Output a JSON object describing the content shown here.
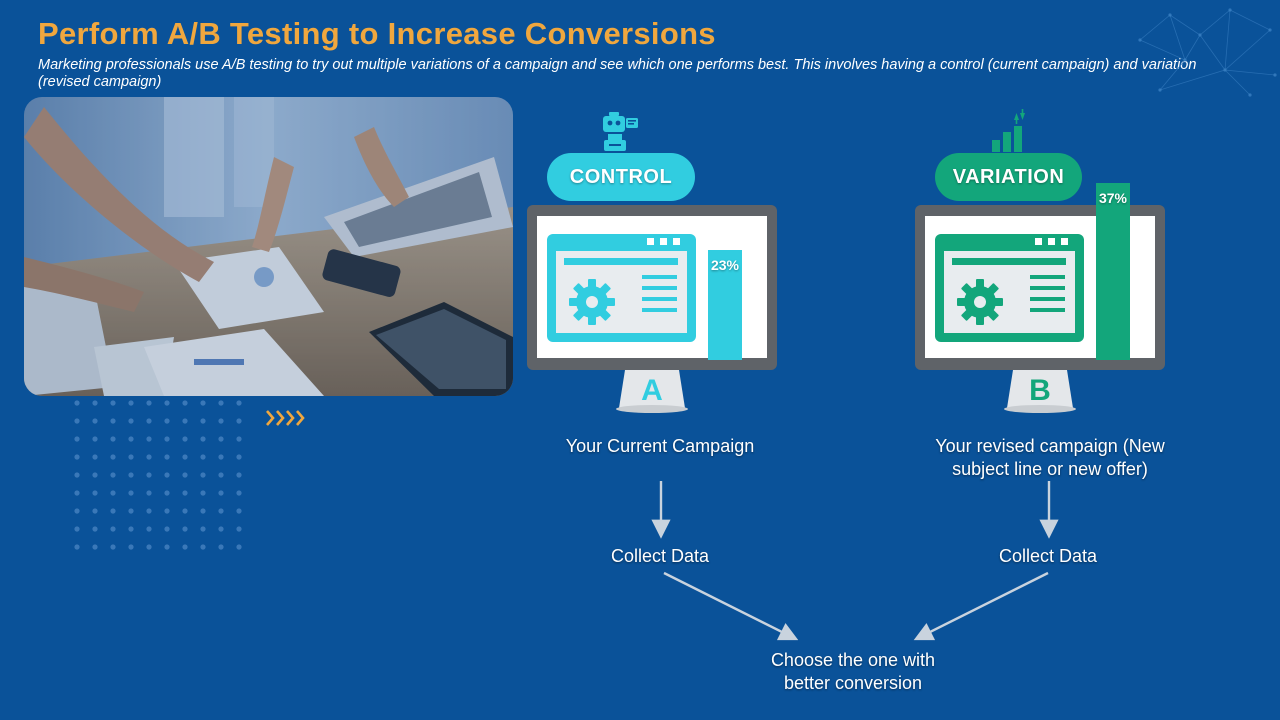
{
  "slide": {
    "title": "Perform A/B Testing to Increase Conversions",
    "subtitle": "Marketing professionals use A/B testing to try out multiple variations of a campaign and see which  one performs best. This involves having a control (current campaign) and variation (revised campaign)"
  },
  "control": {
    "pill_label": "CONTROL",
    "monitor_letter": "A",
    "percent_label": "23%",
    "percent_value": 23,
    "caption": "Your Current Campaign",
    "collect_label": "Collect Data",
    "accent": "#31cde0",
    "top_icon": "robot-icon"
  },
  "variation": {
    "pill_label": "VARIATION",
    "monitor_letter": "B",
    "percent_label": "37%",
    "percent_value": 37,
    "caption_line1": "Your revised campaign (New",
    "caption_line2": "subject line or new offer)",
    "collect_label": "Collect Data",
    "accent": "#13a67b",
    "top_icon": "bar-chart-icon"
  },
  "result": {
    "line1": "Choose the one with",
    "line2": "better conversion"
  },
  "colors": {
    "background": "#0a5299",
    "title": "#f0a73e",
    "arrow": "#c9d3de"
  }
}
